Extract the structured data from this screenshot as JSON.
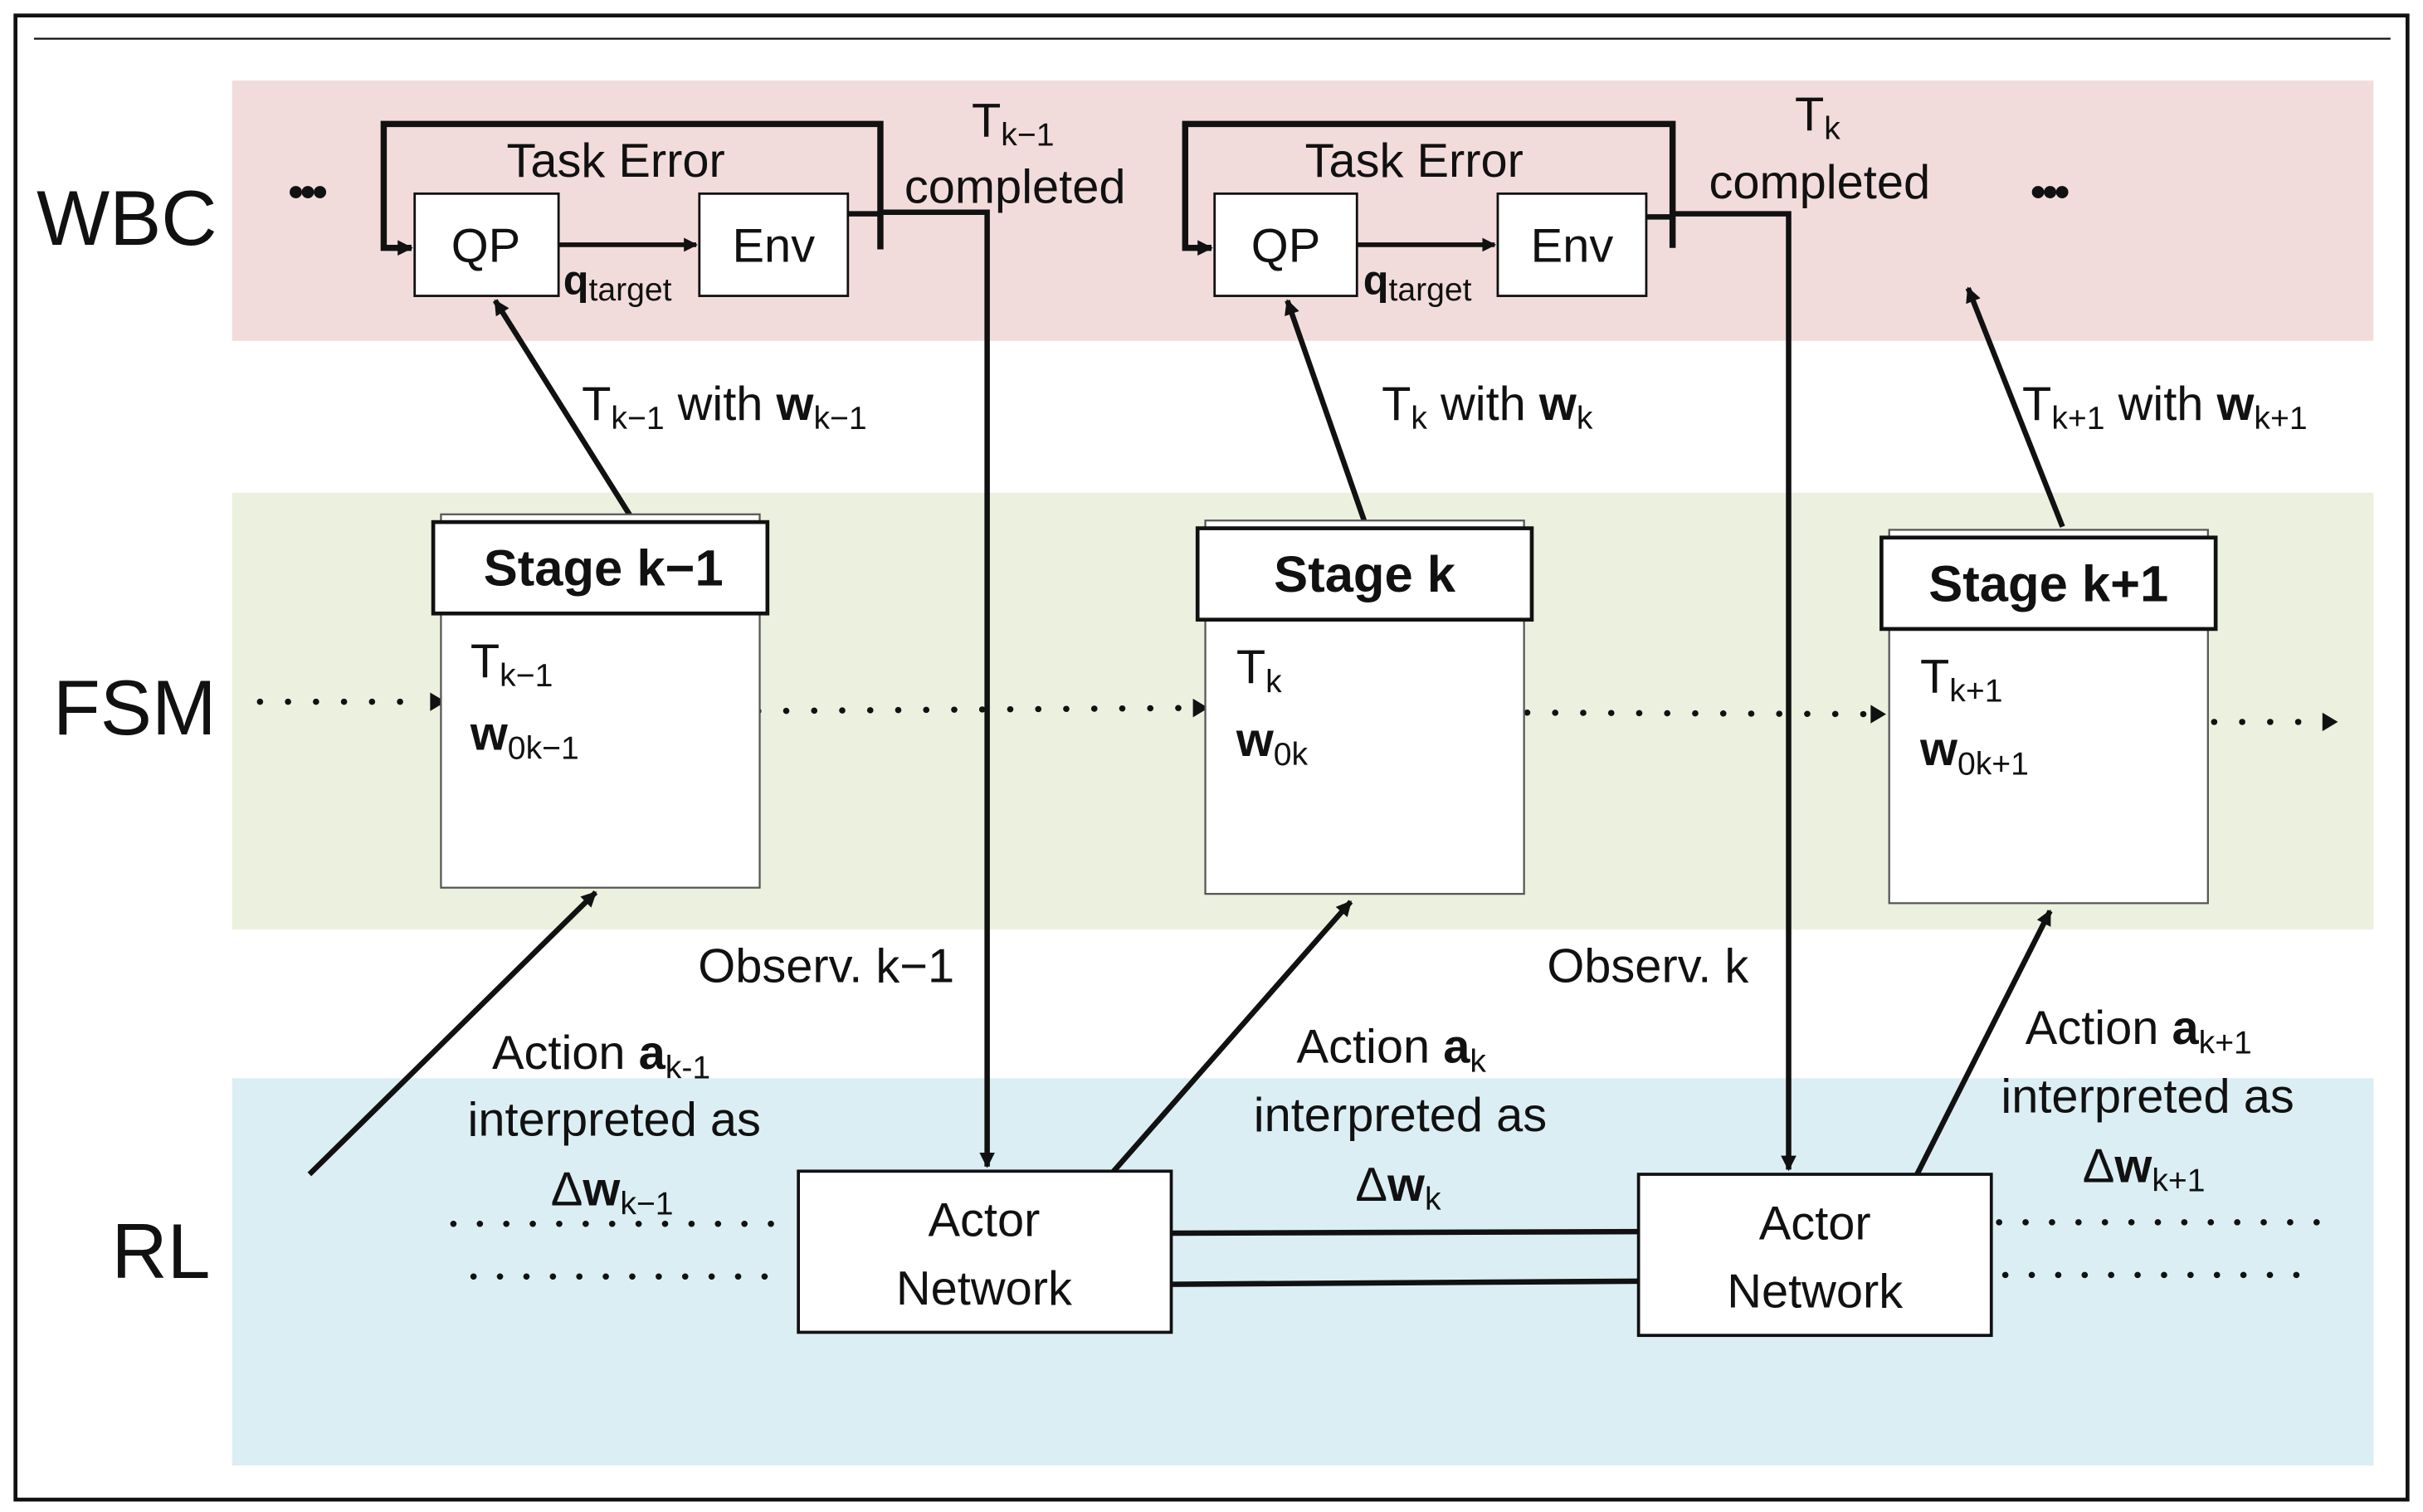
{
  "colors": {
    "wbc_band": "#f2dcdb",
    "fsm_band": "#ebf1de",
    "rl_band": "#dbeef4",
    "wbc_label": "#953735",
    "fsm_label": "#77933c",
    "rl_label": "#31849b",
    "line": "#111111"
  },
  "layers": {
    "wbc": "WBC",
    "fsm": "FSM",
    "rl": "RL"
  },
  "ellipsis": "•••",
  "wbc_loops": [
    {
      "task_error": "Task Error",
      "qp": "QP",
      "env": "Env",
      "q_symbol": "q",
      "q_sub": "target",
      "completed_T": "T",
      "completed_sub": "k−1",
      "completed_word": "completed"
    },
    {
      "task_error": "Task Error",
      "qp": "QP",
      "env": "Env",
      "q_symbol": "q",
      "q_sub": "target",
      "completed_T": "T",
      "completed_sub": "k",
      "completed_word": "completed"
    }
  ],
  "task_labels": [
    {
      "T": "T",
      "T_sub": "k−1",
      "with": " with ",
      "w": "w",
      "w_sub": "k−1"
    },
    {
      "T": "T",
      "T_sub": "k",
      "with": " with ",
      "w": "w",
      "w_sub": "k"
    },
    {
      "T": "T",
      "T_sub": "k+1",
      "with": " with ",
      "w": "w",
      "w_sub": "k+1"
    }
  ],
  "stages": [
    {
      "title": "Stage k−1",
      "T": "T",
      "T_sub": "k−1",
      "w": "w",
      "w_sub": "0k−1"
    },
    {
      "title": "Stage k",
      "T": "T",
      "T_sub": "k",
      "w": "w",
      "w_sub": "0k"
    },
    {
      "title": "Stage k+1",
      "T": "T",
      "T_sub": "k+1",
      "w": "w",
      "w_sub": "0k+1"
    }
  ],
  "observations": [
    "Observ. k−1",
    "Observ. k"
  ],
  "actions": [
    {
      "line1": "Action ",
      "a": "a",
      "a_sub": "k-1",
      "line2": "interpreted as",
      "delta": "Δ",
      "w": "w",
      "w_sub": "k−1"
    },
    {
      "line1": "Action ",
      "a": "a",
      "a_sub": "k",
      "line2": "interpreted as",
      "delta": "Δ",
      "w": "w",
      "w_sub": "k"
    },
    {
      "line1": "Action ",
      "a": "a",
      "a_sub": "k+1",
      "line2": "interpreted as",
      "delta": "Δ",
      "w": "w",
      "w_sub": "k+1"
    }
  ],
  "actors": [
    {
      "line1": "Actor",
      "line2": "Network"
    },
    {
      "line1": "Actor",
      "line2": "Network"
    }
  ]
}
